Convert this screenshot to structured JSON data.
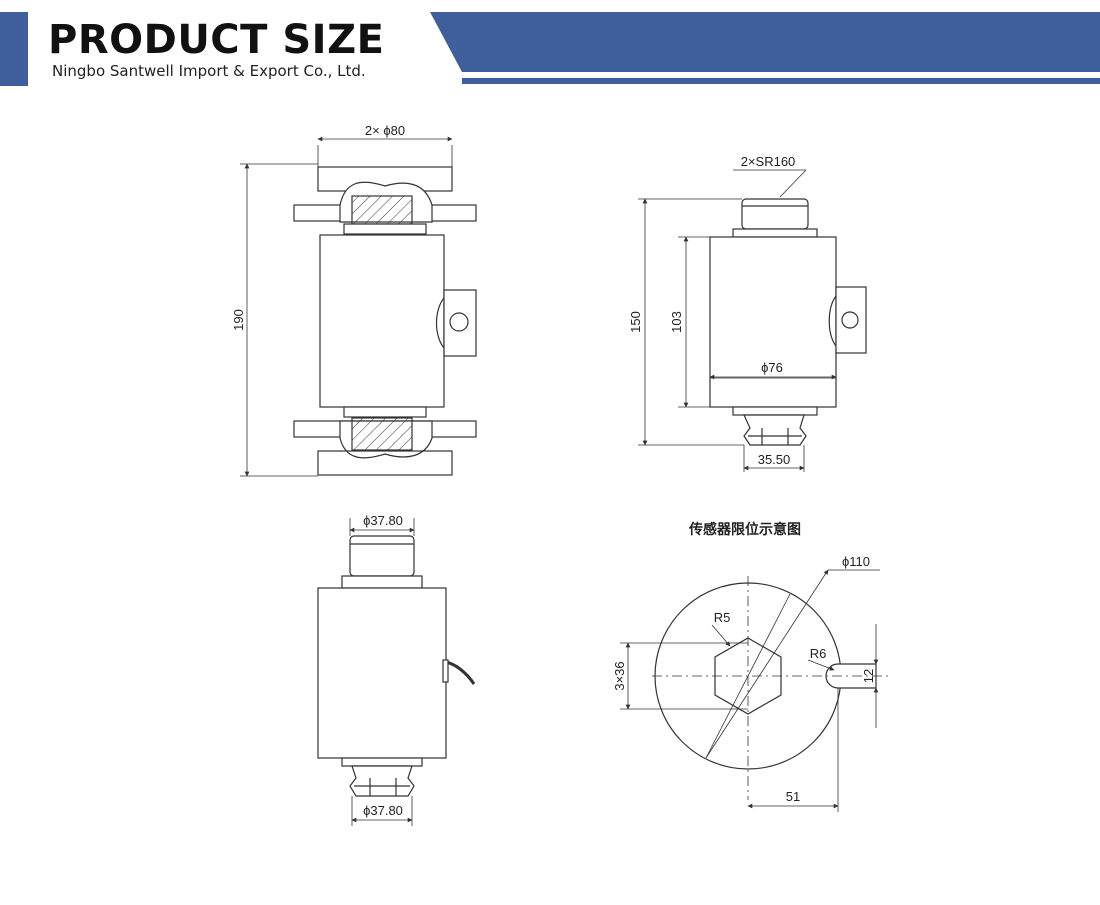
{
  "header": {
    "title": "PRODUCT SIZE",
    "company": "Ningbo Santwell Import & Export Co., Ltd.",
    "accent_color": "#3f5f9c"
  },
  "views": {
    "front": {
      "top_dim": "2× ϕ80",
      "height_dim": "190"
    },
    "side": {
      "top_dim": "2×SR160",
      "height_dim": "150",
      "body_height_dim": "103",
      "body_diameter_dim": "ϕ76",
      "base_dim": "35.50"
    },
    "back": {
      "top_dim": "ϕ37.80",
      "bottom_dim": "ϕ37.80"
    },
    "limit": {
      "caption": "传感器限位示意图",
      "outer_dim": "ϕ110",
      "hex_radius": "R5",
      "slot_radius": "R6",
      "hex_dim": "3×36",
      "slot_width": "12",
      "offset_dim": "51"
    }
  }
}
